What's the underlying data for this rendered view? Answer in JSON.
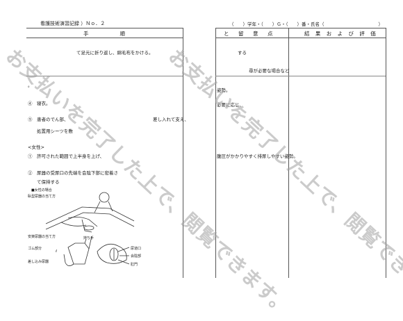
{
  "header": {
    "title_left": "看護技術演習記録 ）Ｎｏ．２",
    "student_info": "（　　）学年・（　　）Ｇ・（　　）番・氏名（　　　　　　　　　　　　）"
  },
  "table": {
    "col1_header": "手　　　　順",
    "col2_header": "と　留　意　点",
    "col3_header": "結 果 お よ び 評 価"
  },
  "procedure": {
    "row1": "て足元に折り返し、綿毛布をかける。",
    "row2": "。",
    "step4": "④　寝衣。",
    "step5a": "⑤　患者のでん部、",
    "step5b": "処置用シーツを敷",
    "step5c": "差し入れて支え、",
    "female_heading": "<女性>",
    "step1": "①　許可された範囲で上半身を上げ、",
    "step2a": "②　尿器の受尿口の先端を会陰下部に密着さ",
    "step2b": "て保持する"
  },
  "notes": {
    "n1": "する",
    "n2": "尋が必要な場合など",
    "n3": "姿勢。",
    "n4": "必要に応じ、",
    "n5": "腹圧がかかりやすく排尿しやすい姿勢。"
  },
  "figure": {
    "title": "■女性の場合",
    "label_1": "臥型尿器の当て方",
    "label_2": "安楽尿器の当て方",
    "label_3": "持ち手",
    "label_4": "ゴム部分",
    "label_5": "ℓ",
    "label_6": "尿道口",
    "label_7": "会陰部",
    "label_8": "肛門",
    "label_9": "差し込み尿器"
  },
  "watermark": {
    "text": "お支払いを完了した上で、閲覧できます。"
  }
}
